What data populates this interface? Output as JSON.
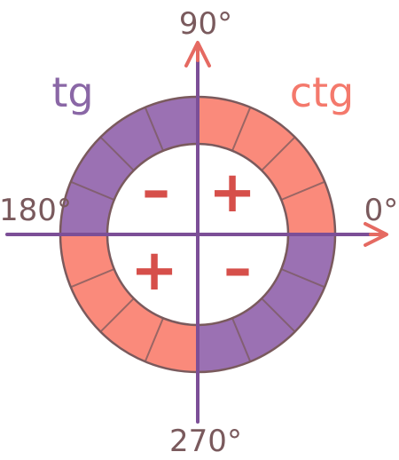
{
  "axes": {
    "top": "90°",
    "right": "0°",
    "left": "180°",
    "bottom": "270°"
  },
  "functions": {
    "tg": "tg",
    "ctg": "ctg"
  },
  "signs": {
    "q1": "+",
    "q2": "–",
    "q3": "+",
    "q4": "–"
  },
  "colors": {
    "purple": "#9b71b3",
    "salmon": "#fa8a7b",
    "salmon_text": "#f4796c",
    "purple_text": "#8a67a6",
    "axis": "#7c4f97",
    "arrow": "#e56a62",
    "outline": "#7a5a5d",
    "sign": "#d64f4a"
  }
}
